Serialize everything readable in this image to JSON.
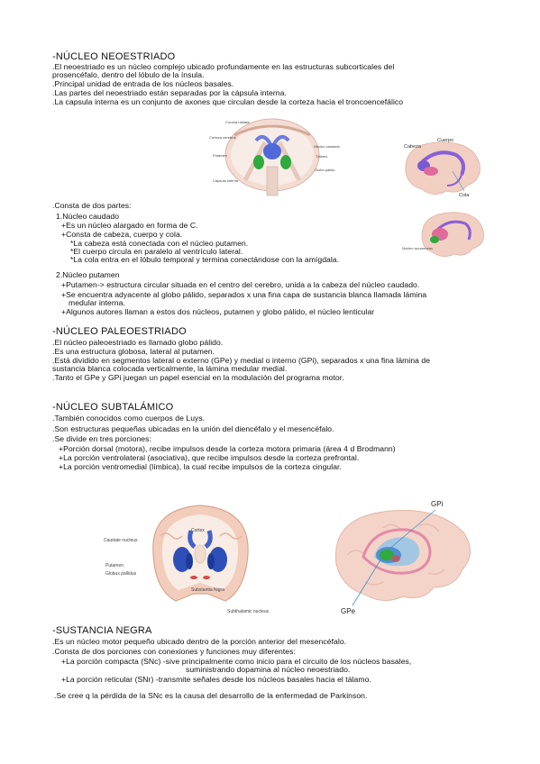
{
  "s1": {
    "title": "-NÚCLEO NEOESTRIADO",
    "lines": [
      ".El neoestriado es un núcleo complejo ubicado profundamente en las estructuras subcorticales del",
      "prosencéfalo, dentro del lóbulo de la ínsula.",
      ".Principal unidad de entrada de los núcleos basales.",
      ".Las partes del neoestriado están separadas por la cápsula interna.",
      ".La capsula interna es un conjunto de axones que circulan desde la corteza hacia el troncoencefálico"
    ],
    "fig1_labels": [
      "Corona radiata",
      "Corteza cerebral",
      "Núcleo caudado",
      "Tálamo",
      "Globo pálido",
      "Putamen",
      "Cápsula interna"
    ],
    "fig2_labels": [
      "Cabeza",
      "Cuerpo",
      "Cola"
    ],
    "fig3_labels": [
      "Núcleo accumbens"
    ],
    "consta": ".Consta de dos partes:",
    "caudado_title": "1.Núcleo caudado",
    "caudado_lines": [
      "+Es un núcleo alargado en forma de C.",
      "+Consta de cabeza, cuerpo y cola.",
      "*La cabeza está conectada con el núcleo putamen.",
      "*El cuerpo circula en paralelo al ventrículo lateral.",
      "*La cola entra en el lóbulo temporal y termina conectándose con la amígdala."
    ],
    "putamen_title": "2.Núcleo putamen",
    "putamen_lines": [
      "+Putamen-> estructura circular situada en el centro del cerebro, unida a la cabeza del núcleo caudado.",
      "+Se encuentra adyacente al globo pálido, separados x una fina capa de sustancia blanca llamada lámina",
      "medular interna.",
      "+Algunos autores llaman a estos dos núcleos, putamen y globo pálido, el núcleo lenticular"
    ]
  },
  "s2": {
    "title": "-NÚCLEO PALEOESTRIADO",
    "lines": [
      ".El núcleo paleoestriado es llamado globo pálido.",
      ".Es una estructura globosa, lateral al putamen.",
      ".Está dividido en segmentos lateral o externo (GPe) y medial o interno (GPi), separados x una fina lámina de",
      "sustancia blanca colocada verticalmente, la lámina medular medial.",
      ".Tanto el GPe y GPi juegan un papel esencial en la modulación del programa motor."
    ]
  },
  "s3": {
    "title": "-NÚCLEO SUBTALÁMICO",
    "lines": [
      ".También conocidos como cuerpos de Luys.",
      ".Son estructuras pequeñas ubicadas en la unión del diencéfalo y el mesencéfalo.",
      ".Se divide en tres porciones:",
      "+Porción dorsal (motora), recibe impulsos desde la corteza motora primaria (área 4 d Brodmann)",
      "+La porción ventrolateral (asociativa), que recibe impulsos desde la corteza prefrontal.",
      "+La porción ventromedial (límbica), la cual recibe impulsos de la corteza cingular."
    ],
    "fig4_labels": [
      "Cortex",
      "Caudate nucleus",
      "Putamen",
      "Globus pallidus",
      "Substantia Nigra",
      "Subthalamic nucleus"
    ],
    "fig5_labels": [
      "GPi",
      "GPe"
    ]
  },
  "s4": {
    "title": "-SUSTANCIA NEGRA",
    "lines": [
      ".Es un núcleo motor pequeño ubicado dentro de la porción anterior del mesencéfalo.",
      ".Consta de dos porciones con conexiones y funciones muy diferentes:",
      "+La porción compacta (SNc) -sive principalmente como inicio para el circuito de los núcleos basales,",
      "suministrando dopamina al núcleo neoestriado.",
      "+La porción reticular (SNr) -transmite señales desde los núcleos basales hacia el tálamo.",
      ".Se cree q la pérdida de la SNc es la causa del desarrollo de la enfermedad de Parkinson."
    ]
  },
  "colors": {
    "caudate": "#5b6fd6",
    "putamen": "#e06a9a",
    "green": "#2faa3c",
    "cortex": "#f2c9b8",
    "accent": "#3a8fd0"
  }
}
